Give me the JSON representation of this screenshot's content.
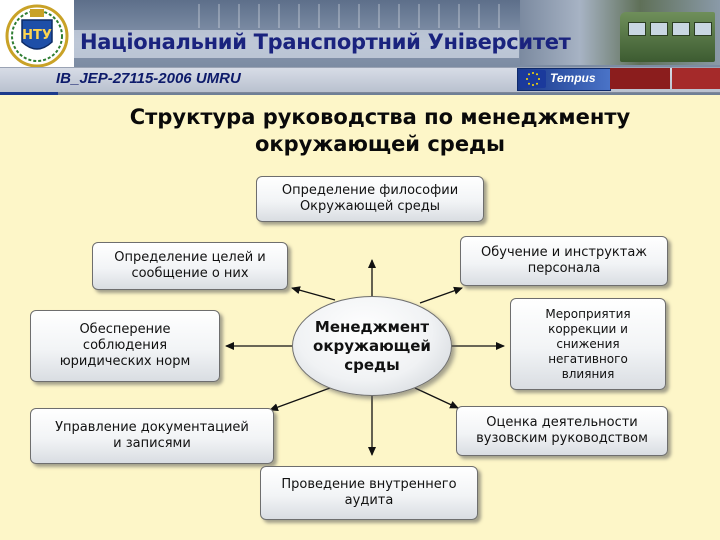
{
  "header": {
    "university_name": "Національний Транспортний Університет",
    "project_code": "IB_JEP-27115-2006  UMRU",
    "program_logo": "Tempus",
    "logo_letters": "НТУ"
  },
  "slide": {
    "title_line1": "Структура руководства по менеджменту",
    "title_line2": "окружающей среды"
  },
  "diagram": {
    "center": {
      "line1": "Менеджмент",
      "line2": "окружающей",
      "line3": "среды"
    },
    "nodes": {
      "philosophy": {
        "line1": "Определение философии",
        "line2": "Окружающей среды"
      },
      "goals": {
        "line1": "Определение целей и",
        "line2": "сообщение о них"
      },
      "training": {
        "line1": "Обучение и инструктаж",
        "line2": "персонала"
      },
      "compliance": {
        "line1": "Обесперение",
        "line2": "соблюдения",
        "line3": "юридических норм"
      },
      "correction": {
        "line1": "Мероприятия",
        "line2": "коррекции и",
        "line3": "снижения",
        "line4": "негативного",
        "line5": "влияния"
      },
      "documents": {
        "line1": "Управление документацией",
        "line2": "и записями"
      },
      "assessment": {
        "line1": "Оценка деятельности",
        "line2": "вузовским руководством"
      },
      "audit": {
        "line1": "Проведение внутреннего",
        "line2": "аудита"
      }
    }
  },
  "colors": {
    "background": "#fdf6c8",
    "header_text": "#1a237e",
    "node_border": "#6e6e6e",
    "arrow": "#111111"
  }
}
